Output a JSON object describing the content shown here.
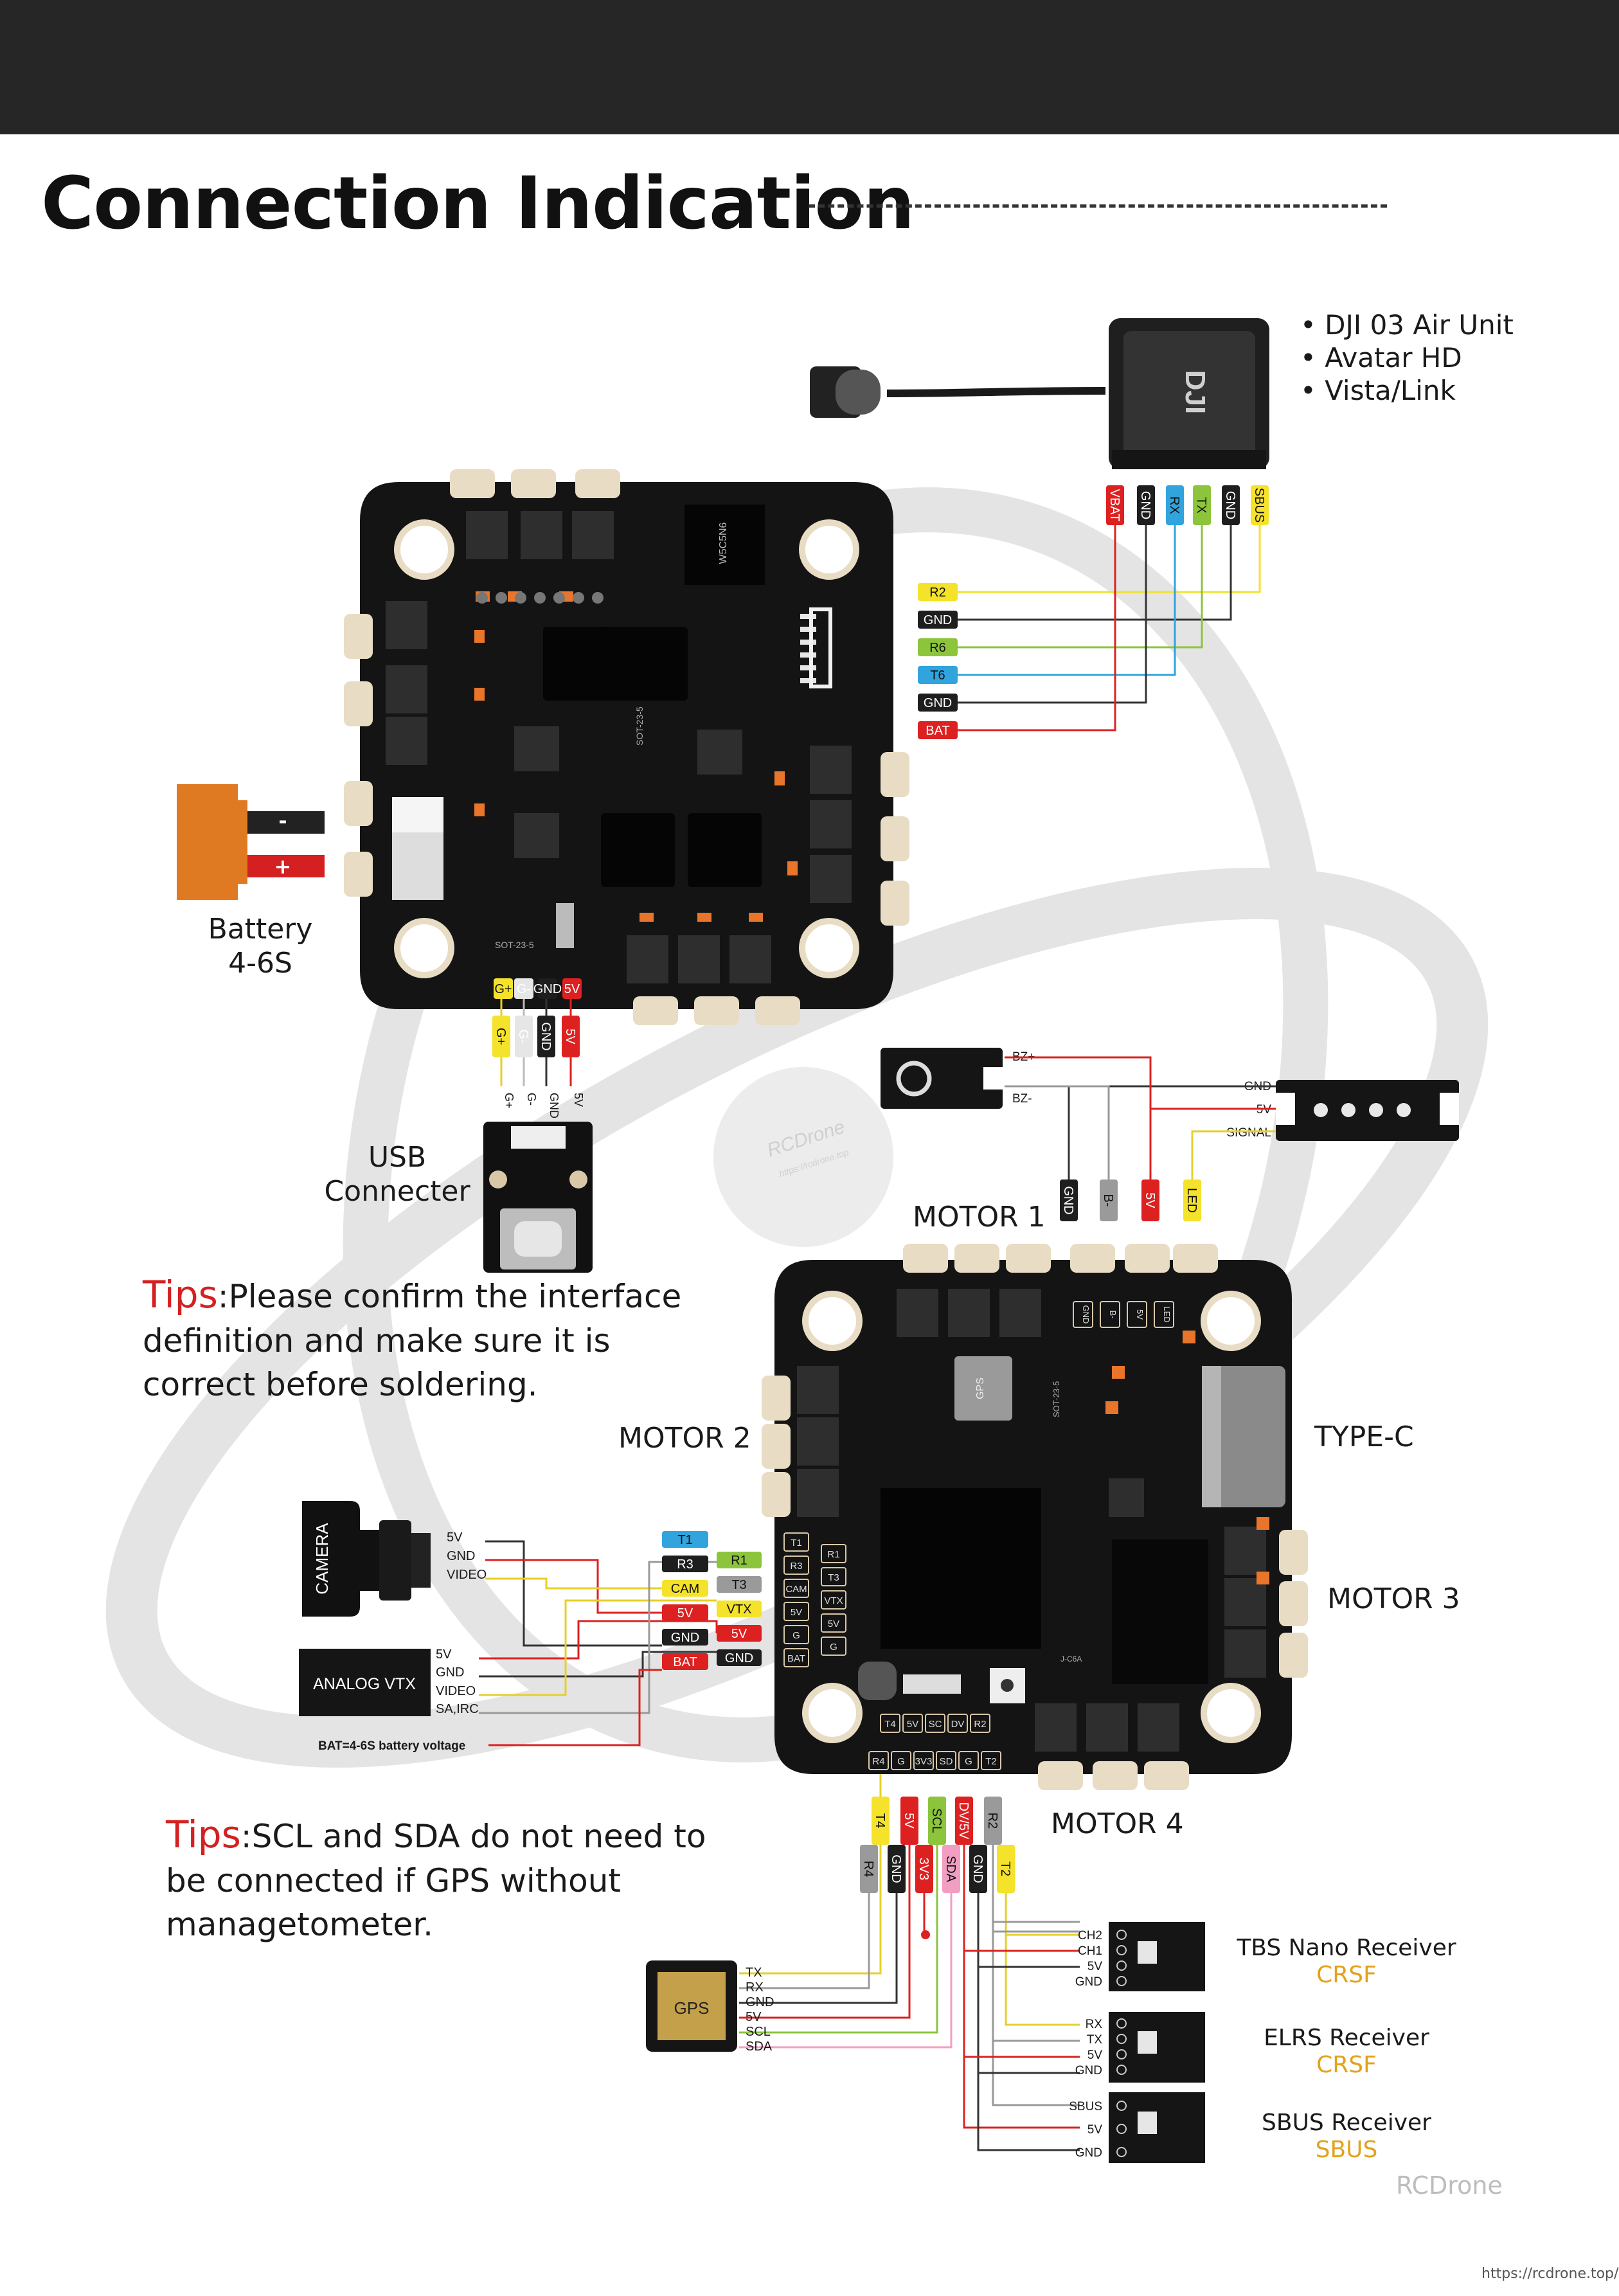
{
  "title": "Connection Indication",
  "dji": {
    "models": [
      "• DJI 03 Air Unit",
      "• Avatar HD",
      "• Vista/Link"
    ],
    "logo": "DJI",
    "pins": [
      "VBAT",
      "GND",
      "RX",
      "TX",
      "GND",
      "SBUS"
    ]
  },
  "fc_top": {
    "pads": [
      {
        "label": "R2",
        "color": "#f5e22a"
      },
      {
        "label": "GND",
        "color": "#1e1e1e"
      },
      {
        "label": "R6",
        "color": "#8cc43c"
      },
      {
        "label": "T6",
        "color": "#31a3dd"
      },
      {
        "label": "GND",
        "color": "#1e1e1e"
      },
      {
        "label": "BAT",
        "color": "#dd2020"
      }
    ],
    "bottom_pads": [
      "G+",
      "G-",
      "GND",
      "5V"
    ],
    "usb_tabs": [
      "G+",
      "G-",
      "GND",
      "5V"
    ],
    "usb_labels": [
      "G+",
      "G-",
      "GND",
      "5V"
    ],
    "chip_marks": [
      "W5C5N6",
      "SOT-23-5",
      "SOT-23-5"
    ]
  },
  "battery": {
    "label_line1": "Battery",
    "label_line2": "4-6S",
    "minus": "-",
    "plus": "+"
  },
  "usb": {
    "line1": "USB",
    "line2": "Connecter"
  },
  "tips1": {
    "prefix": "Tips",
    "text1": ":Please confirm the interface",
    "text2": "definition and make sure it is",
    "text3": "correct before soldering."
  },
  "tips2": {
    "prefix": "Tips",
    "text1": ":SCL and SDA do not need to",
    "text2": "be connected if GPS without",
    "text3": "managetometer."
  },
  "buzzer": {
    "pins": [
      "BZ+",
      "BZ-"
    ]
  },
  "led_strip": {
    "pins": [
      "GND",
      "5V",
      "SIGNAL"
    ]
  },
  "motor1_tabs": [
    "GND",
    "B-",
    "5V",
    "LED"
  ],
  "motors": {
    "m1": "MOTOR 1",
    "m2": "MOTOR 2",
    "m3": "MOTOR 3",
    "m4": "MOTOR 4",
    "typec": "TYPE-C"
  },
  "fc_bottom": {
    "left_pads": [
      "T1",
      "R3",
      "CAM",
      "5V",
      "G",
      "BAT"
    ],
    "right_pads": [
      "R1",
      "T3",
      "VTX",
      "5V",
      "G"
    ],
    "top_pads": [
      "GND",
      "B-",
      "5V",
      "LED"
    ],
    "row1": [
      "T4",
      "5V",
      "SC",
      "DV",
      "R2"
    ],
    "row2": [
      "R4",
      "G",
      "3V3",
      "SD",
      "G",
      "T2"
    ],
    "chip_marks": [
      "GPS",
      "SOT-23-5",
      "J-C6A"
    ]
  },
  "left_tags": [
    {
      "label": "T1",
      "color": "#31a3dd"
    },
    {
      "label": "R3",
      "color": "#1e1e1e"
    },
    {
      "label": "CAM",
      "color": "#f5e22a"
    },
    {
      "label": "5V",
      "color": "#dd2020"
    },
    {
      "label": "GND",
      "color": "#1e1e1e"
    },
    {
      "label": "BAT",
      "color": "#dd2020"
    }
  ],
  "right_tags": [
    {
      "label": "R1",
      "color": "#8cc43c"
    },
    {
      "label": "T3",
      "color": "#9a9a9a"
    },
    {
      "label": "VTX",
      "color": "#f5e22a"
    },
    {
      "label": "5V",
      "color": "#dd2020"
    },
    {
      "label": "GND",
      "color": "#1e1e1e"
    }
  ],
  "camera": {
    "label": "CAMERA",
    "pins": [
      "5V",
      "GND",
      "VIDEO"
    ]
  },
  "vtx": {
    "label": "ANALOG VTX",
    "pins": [
      "5V",
      "GND",
      "VIDEO",
      "SA,IRC"
    ]
  },
  "bat_note": "BAT=4-6S battery voltage",
  "bottom_tags_top": [
    {
      "label": "T4",
      "color": "#f5e22a"
    },
    {
      "label": "5V",
      "color": "#dd2020"
    },
    {
      "label": "SCL",
      "color": "#8cc43c"
    },
    {
      "label": "DV/5V",
      "color": "#dd2020"
    },
    {
      "label": "R2",
      "color": "#9a9a9a"
    }
  ],
  "bottom_tags_low": [
    {
      "label": "R4",
      "color": "#9a9a9a"
    },
    {
      "label": "GND",
      "color": "#1e1e1e"
    },
    {
      "label": "3V3",
      "color": "#dd2020"
    },
    {
      "label": "SDA",
      "color": "#f19ec2"
    },
    {
      "label": "GND",
      "color": "#1e1e1e"
    },
    {
      "label": "T2",
      "color": "#f5e22a"
    }
  ],
  "gps": {
    "label": "GPS",
    "pins": [
      "TX",
      "RX",
      "GND",
      "5V",
      "SCL",
      "SDA"
    ]
  },
  "receivers": [
    {
      "name": "TBS Nano Receiver",
      "protocol": "CRSF",
      "pins": [
        "CH2",
        "CH1",
        "5V",
        "GND"
      ]
    },
    {
      "name": "ELRS Receiver",
      "protocol": "CRSF",
      "pins": [
        "RX",
        "TX",
        "5V",
        "GND"
      ]
    },
    {
      "name": "SBUS Receiver",
      "protocol": "SBUS",
      "pins": [
        "SBUS",
        "5V",
        "GND"
      ]
    }
  ],
  "watermark": "RCDrone",
  "stamp": {
    "name": "RCDrone",
    "url": "https://rcdrone.top"
  },
  "url": "https://rcdrone.top/"
}
